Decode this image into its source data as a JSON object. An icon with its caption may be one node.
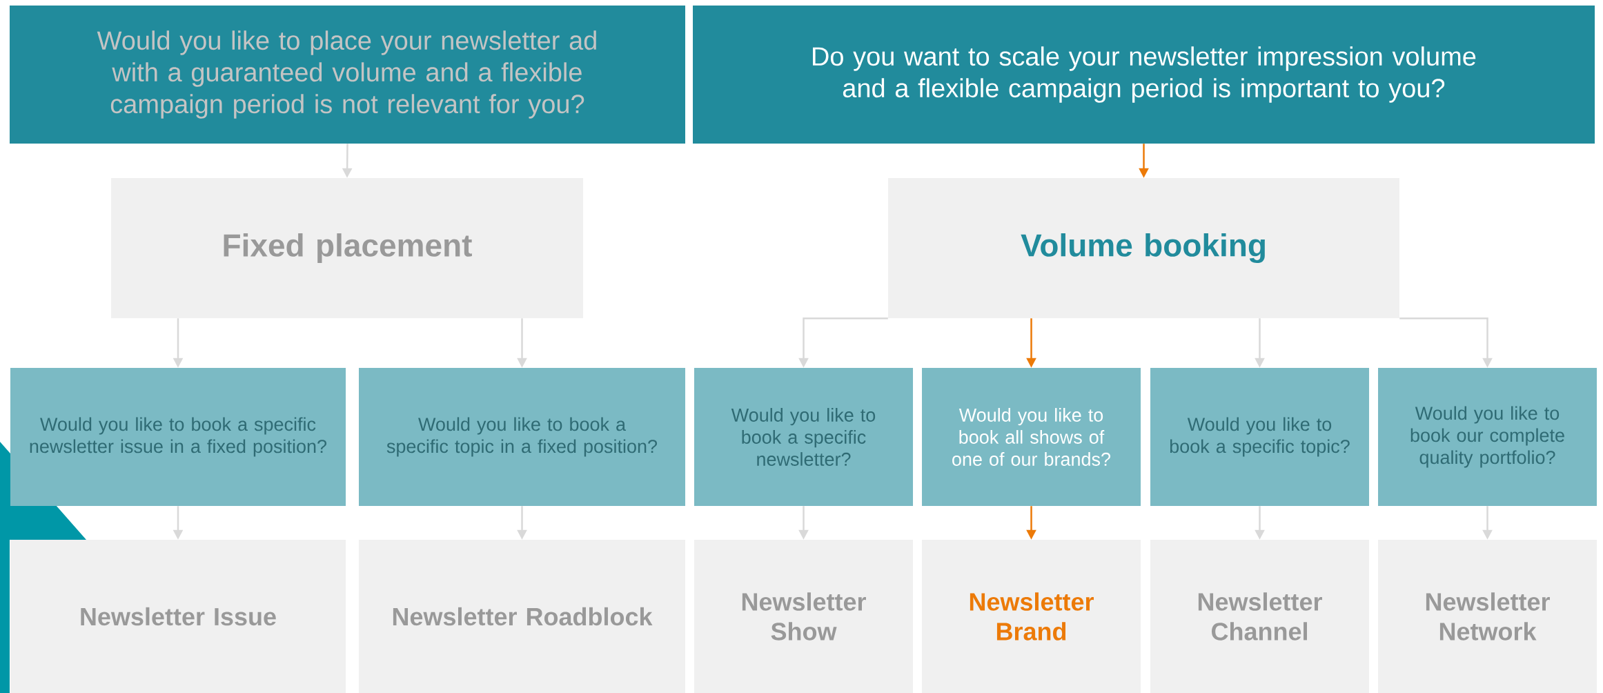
{
  "diagram": {
    "nodes": [
      {
        "text": [
          "Would you like to place your newsletter ad with a guaranteed volume and a flexible campaign period is not relevant for you?"
        ]
      },
      {
        "text": [
          "Do you want to scale your newsletter impression volume and a flexible campaign period is important to you?"
        ]
      },
      {
        "text": [
          "Fixed placement"
        ]
      },
      {
        "text": [
          "Volume booking"
        ]
      },
      {
        "text": [
          "Would you like to book a specific newsletter issue in a fixed position?"
        ]
      },
      {
        "text": [
          "Would you like to book a specific topic in a fixed position?"
        ]
      },
      {
        "text": [
          "Would you like to book a specific newsletter?"
        ]
      },
      {
        "text": [
          "Would you like to book all shows of one of our brands?"
        ]
      },
      {
        "text": [
          "Would you like to book a specific topic?"
        ]
      },
      {
        "text": [
          "Would you like to book our complete quality portfolio?"
        ]
      },
      {
        "text": [
          "Newsletter Issue"
        ]
      },
      {
        "text": [
          "Newsletter Roadblock"
        ]
      },
      {
        "text": [
          "Newsletter Show"
        ]
      },
      {
        "text": [
          "Newsletter Brand"
        ]
      },
      {
        "text": [
          "Newsletter Channel"
        ]
      },
      {
        "text": [
          "Newsletter Network"
        ]
      }
    ],
    "edges": [
      {
        "from": 0,
        "to": 2,
        "arrow": "to"
      },
      {
        "from": 1,
        "to": 3,
        "arrow": "to",
        "color": "#ec7a08"
      },
      {
        "from": 2,
        "to": 4,
        "arrow": "to"
      },
      {
        "from": 2,
        "to": 5,
        "arrow": "to"
      },
      {
        "from": 3,
        "to": 6,
        "arrow": "to"
      },
      {
        "from": 3,
        "to": 7,
        "arrow": "to",
        "color": "#ec7a08"
      },
      {
        "from": 3,
        "to": 8,
        "arrow": "to"
      },
      {
        "from": 3,
        "to": 9,
        "arrow": "to"
      },
      {
        "from": 4,
        "to": 10,
        "arrow": "to"
      },
      {
        "from": 5,
        "to": 11,
        "arrow": "to"
      },
      {
        "from": 6,
        "to": 12,
        "arrow": "to"
      },
      {
        "from": 7,
        "to": 13,
        "arrow": "to",
        "color": "#ec7a08"
      },
      {
        "from": 8,
        "to": 14,
        "arrow": "to"
      },
      {
        "from": 9,
        "to": 15,
        "arrow": "to"
      }
    ]
  }
}
